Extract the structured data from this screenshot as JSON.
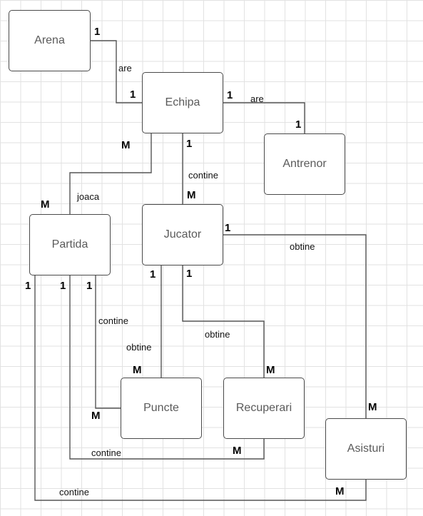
{
  "entities": {
    "arena": "Arena",
    "echipa": "Echipa",
    "antrenor": "Antrenor",
    "partida": "Partida",
    "jucator": "Jucator",
    "puncte": "Puncte",
    "recuperari": "Recuperari",
    "asisturi": "Asisturi"
  },
  "relations": {
    "arena_echipa": "are",
    "echipa_antrenor": "are",
    "echipa_jucator": "contine",
    "echipa_partida": "joaca",
    "jucator_asisturi": "obtine",
    "jucator_recuperari": "obtine",
    "jucator_puncte": "obtine",
    "partida_puncte": "contine",
    "partida_recuperari": "contine",
    "partida_asisturi": "contine"
  },
  "cardinalities": {
    "arena_echipa_arena": "1",
    "arena_echipa_echipa": "1",
    "echipa_antrenor_echipa": "1",
    "echipa_antrenor_antrenor": "1",
    "echipa_partida_echipa": "M",
    "echipa_partida_partida": "M",
    "echipa_jucator_echipa": "1",
    "echipa_jucator_jucator": "M",
    "jucator_asisturi_jucator": "1",
    "jucator_asisturi_asisturi": "M",
    "jucator_puncte_jucator": "1",
    "jucator_puncte_puncte": "M",
    "jucator_recuperari_jucator": "1",
    "jucator_recuperari_recuperari": "M",
    "partida_asisturi_partida": "1",
    "partida_recuperari_partida": "1",
    "partida_puncte_partida": "1",
    "partida_puncte_puncte": "M",
    "partida_recuperari_recuperari": "M",
    "partida_asisturi_asisturi": "M"
  }
}
